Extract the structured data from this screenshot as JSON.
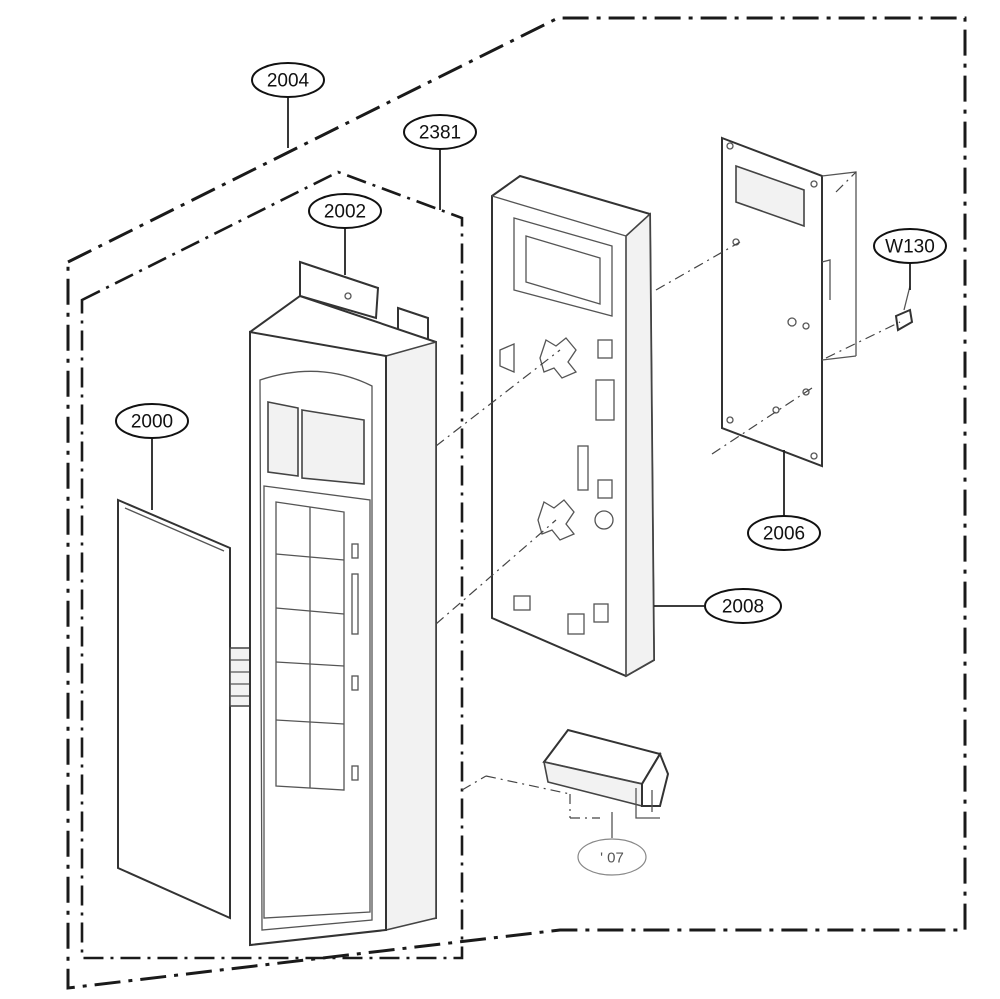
{
  "callouts": {
    "c2004": "2004",
    "c2381": "2381",
    "c2002": "2002",
    "c2000": "2000",
    "c2006": "2006",
    "cW130": "W130",
    "c2008": "2008",
    "c07": "' 07"
  }
}
